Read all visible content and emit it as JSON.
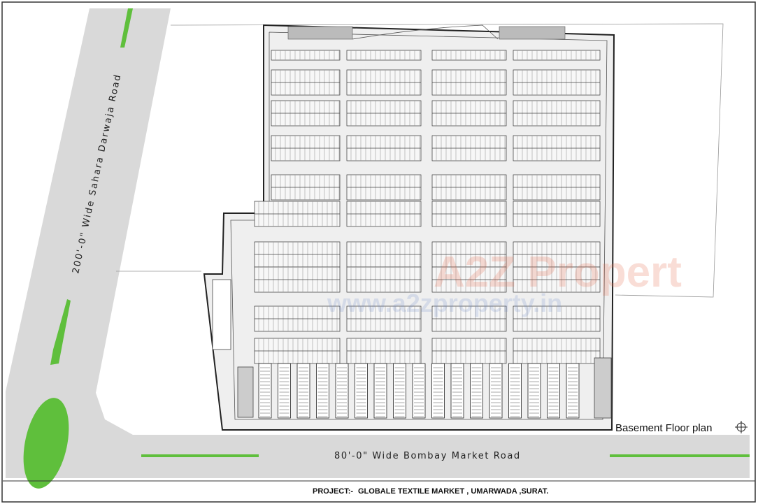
{
  "roads": {
    "left": "200'-0\" Wide Sahara Darwaja Road",
    "bottom": "80'-0\" Wide Bombay Market Road"
  },
  "plan_label": "Basement Floor plan",
  "project": {
    "prefix": "PROJECT:-",
    "name": "GLOBALE TEXTILE MARKET , UMARWADA ,SURAT."
  },
  "watermark": {
    "brand": "A2Z Propert",
    "site": "www.a2zproperty.in"
  },
  "colors": {
    "road": "#d9d9d9",
    "green": "#5fbf3c",
    "plan_fill": "#efefef",
    "stall": "#9a9a9a"
  },
  "icons": {
    "north": "north-arrow-icon"
  }
}
